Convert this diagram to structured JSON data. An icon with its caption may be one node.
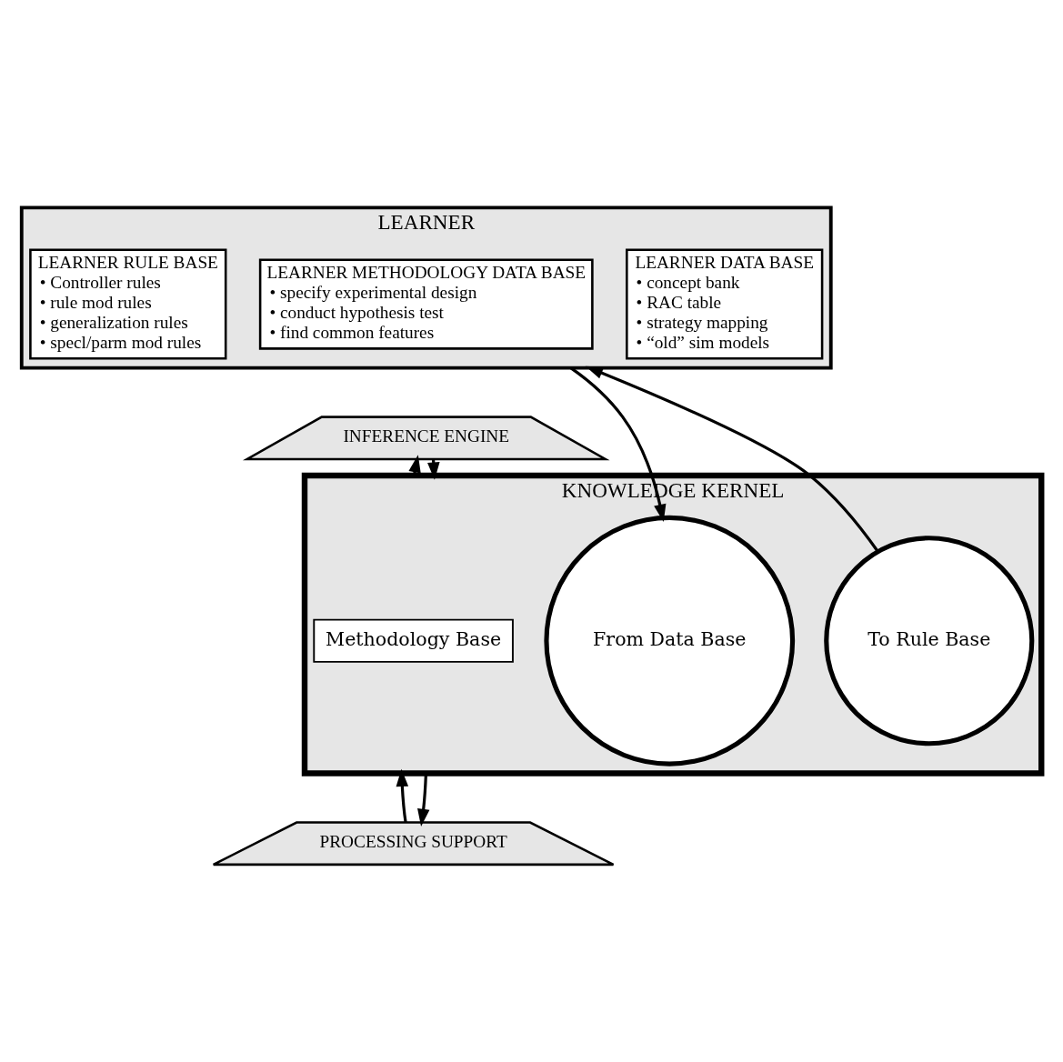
{
  "diagram": {
    "nodes": [
      {
        "text": [
          "LEARNER"
        ]
      },
      {
        "text": [
          "LEARNER DATA BASE",
          "• concept bank",
          "• RAC table",
          "• strategy mapping",
          "• “old” sim models"
        ],
        "in": 0
      },
      {
        "text": [
          "LEARNER METHODOLOGY DATA BASE",
          "• specify experimental design",
          "• conduct hypothesis test",
          "• find common features"
        ],
        "in": 0
      },
      {
        "text": [
          "LEARNER RULE BASE",
          "• Controller rules",
          "• rule mod rules",
          "• generalization rules",
          "• specl/parm mod rules"
        ],
        "in": 0
      },
      {
        "text": [
          "INFERENCE ENGINE"
        ]
      },
      {
        "text": [
          "KNOWLEDGE KERNEL"
        ]
      },
      {
        "text": [
          "From Data Base"
        ],
        "in": 5
      },
      {
        "text": [
          "Methodology Base"
        ],
        "in": 5
      },
      {
        "text": [
          "To Rule Base"
        ],
        "in": 5
      },
      {
        "text": [
          "PROCESSING SUPPORT"
        ]
      }
    ],
    "edges": [
      {
        "from": 0,
        "to": 6,
        "arrow": "to"
      },
      {
        "from": 8,
        "to": 0,
        "arrow": "to"
      },
      {
        "from": 5,
        "to": 4,
        "arrow": "to"
      },
      {
        "from": 4,
        "to": 5,
        "arrow": "to"
      },
      {
        "from": 9,
        "to": 5,
        "arrow": "to"
      },
      {
        "from": 5,
        "to": 9,
        "arrow": "to"
      }
    ]
  }
}
